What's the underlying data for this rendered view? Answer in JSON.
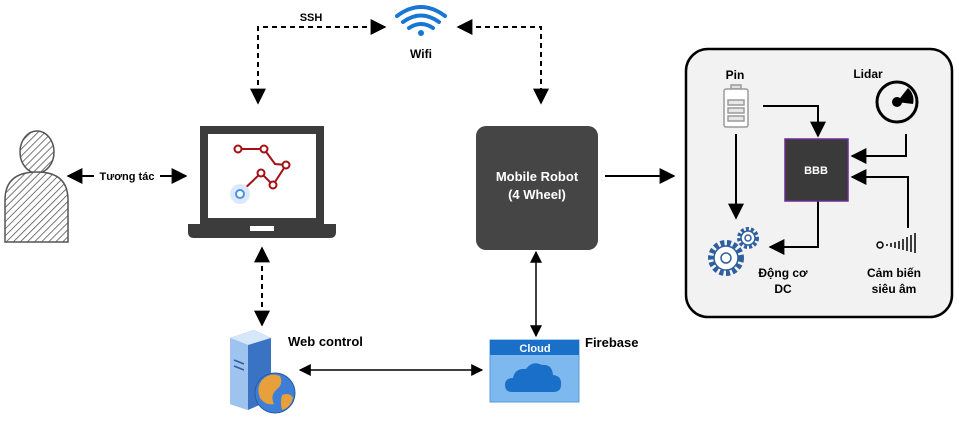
{
  "labels": {
    "ssh": "SSH",
    "wifi": "Wifi",
    "tuong_tac": "Tương tác",
    "mobile_robot_line1": "Mobile Robot",
    "mobile_robot_line2": "(4 Wheel)",
    "web_control": "Web control",
    "firebase": "Firebase",
    "cloud": "Cloud",
    "pin": "Pin",
    "lidar": "Lidar",
    "bbb": "BBB",
    "dong_co_line1": "Động cơ",
    "dong_co_line2": "DC",
    "cam_bien_line1": "Cảm biến",
    "cam_bien_line2": "siêu âm"
  },
  "colors": {
    "wifi": "#1976d2",
    "laptop": "#3c3c3c",
    "robot": "#454545",
    "path_line": "#a50f15",
    "target": "#4a90e2",
    "bbb_fill": "#3a3a3a",
    "bbb_border": "#6a2c8f",
    "cloud_fill": "#5fa8e6",
    "cloud_header": "#1a6fc9",
    "panel_fill": "#f2f2f2",
    "icon_line": "#2f5f9e"
  },
  "icons": [
    "wifi-icon",
    "user-icon",
    "laptop-icon",
    "server-globe-icon",
    "cloud-icon",
    "battery-icon",
    "lidar-icon",
    "gear-icon",
    "ultrasonic-sensor-icon"
  ]
}
